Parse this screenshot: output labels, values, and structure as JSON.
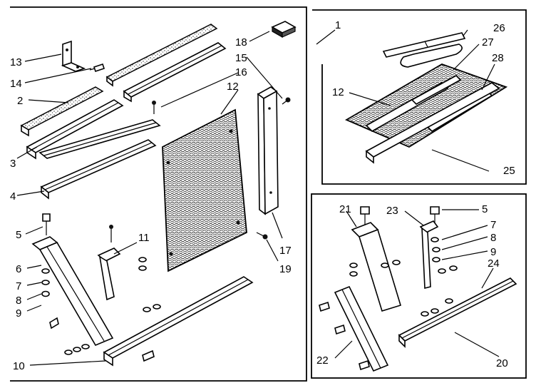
{
  "callouts": [
    "1",
    "2",
    "3",
    "4",
    "5",
    "6",
    "7",
    "8",
    "9",
    "10",
    "11",
    "12",
    "13",
    "14",
    "15",
    "16",
    "17",
    "18",
    "19",
    "20",
    "21",
    "22",
    "23",
    "24",
    "25",
    "26",
    "27",
    "28"
  ],
  "callouts_extra": [
    "12",
    "5",
    "7",
    "8",
    "9"
  ]
}
